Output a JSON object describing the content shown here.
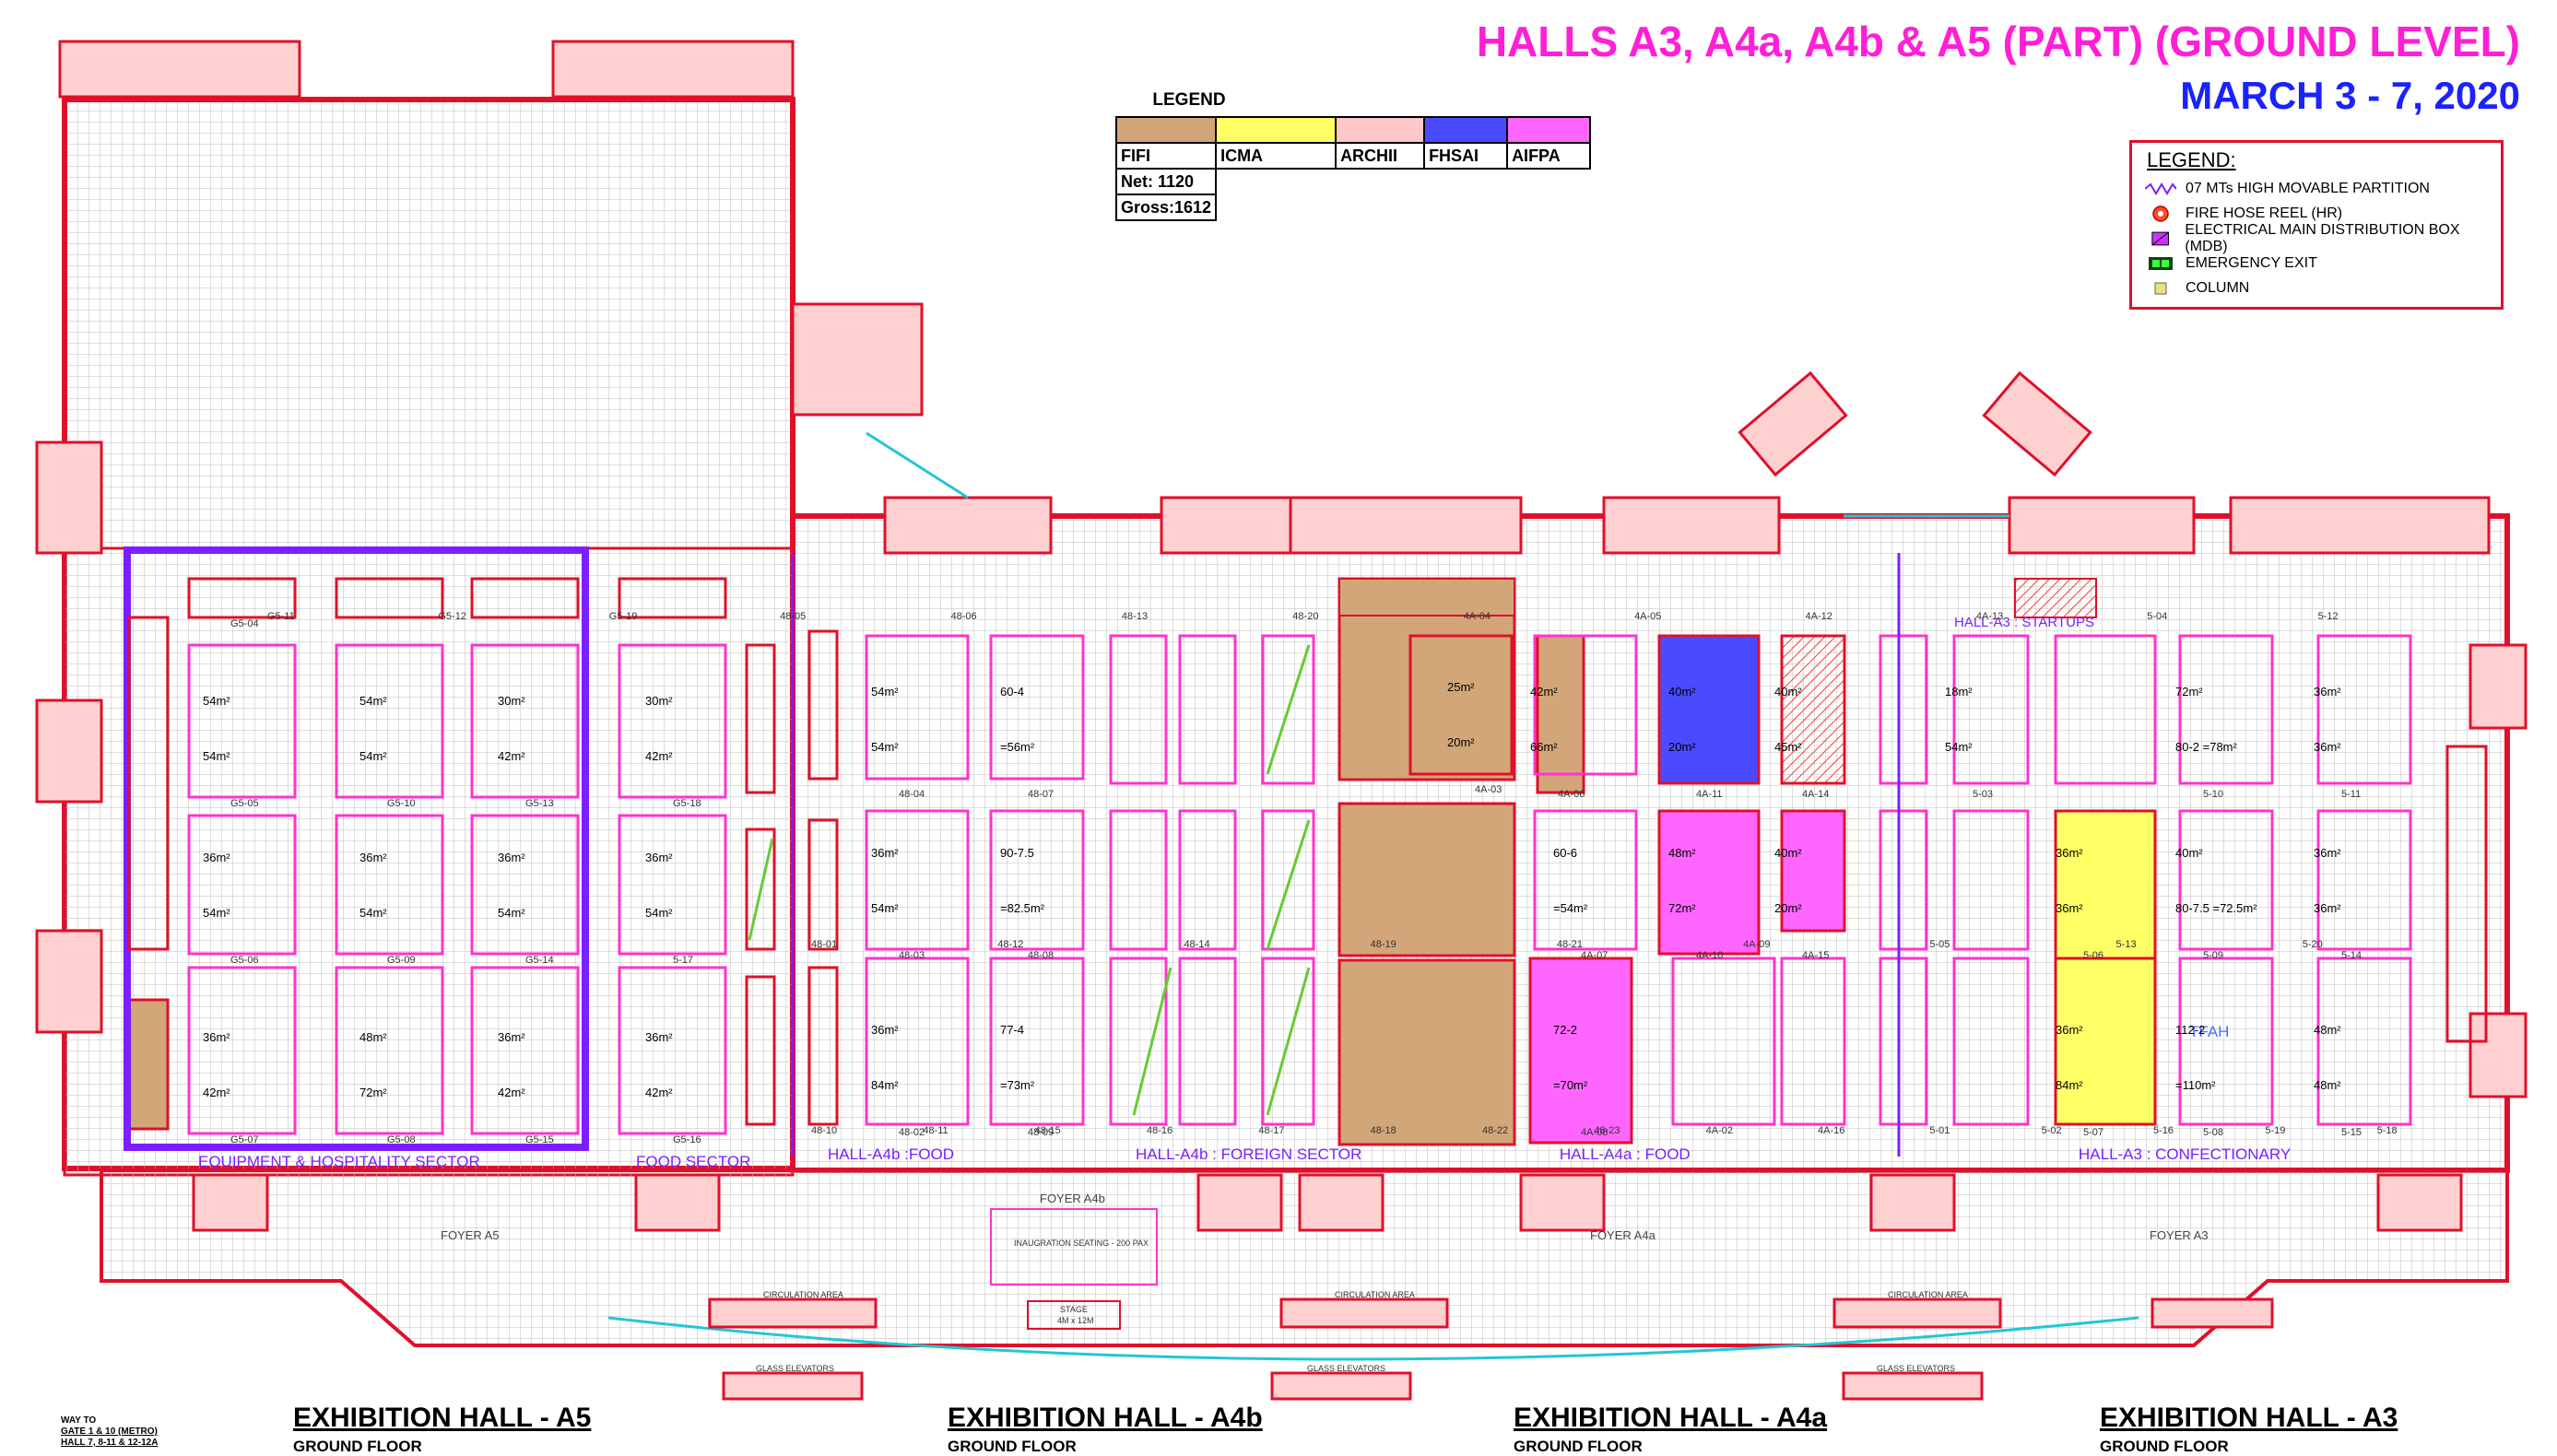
{
  "header": {
    "halls_title": "HALLS A3, A4a, A4b & A5 (PART) (GROUND LEVEL)",
    "dates": "MARCH 3 - 7, 2020",
    "colors": {
      "halls_title": "#ff1fd6",
      "dates": "#1a22ff"
    }
  },
  "color_legend": {
    "title": "LEGEND",
    "items": [
      {
        "label": "FIFI",
        "color": "#d2a679"
      },
      {
        "label": "ICMA",
        "color": "#ffff66"
      },
      {
        "label": "ARCHII",
        "color": "#ffc8c8"
      },
      {
        "label": "FHSAI",
        "color": "#4a4aff"
      },
      {
        "label": "AIFPA",
        "color": "#ff66ff"
      }
    ],
    "net": "Net: 1120",
    "gross": "Gross:1612"
  },
  "symbol_legend": {
    "title": "LEGEND:",
    "items": [
      {
        "label": "07 MTs HIGH MOVABLE PARTITION",
        "icon": "zigzag-partition-icon"
      },
      {
        "label": "FIRE HOSE REEL (HR)",
        "icon": "fire-hose-reel-icon"
      },
      {
        "label": "ELECTRICAL MAIN DISTRIBUTION BOX (MDB)",
        "icon": "mdb-icon"
      },
      {
        "label": "EMERGENCY EXIT",
        "icon": "emergency-exit-icon"
      },
      {
        "label": "COLUMN",
        "icon": "column-icon"
      }
    ]
  },
  "halls": [
    {
      "name": "EXHIBITION  HALL - A5",
      "floor": "GROUND FLOOR"
    },
    {
      "name": "EXHIBITION  HALL - A4b",
      "floor": "GROUND FLOOR"
    },
    {
      "name": "EXHIBITION  HALL - A4a",
      "floor": "GROUND FLOOR"
    },
    {
      "name": "EXHIBITION  HALL - A3",
      "floor": "GROUND FLOOR"
    }
  ],
  "sectors": [
    "EQUIPMENT & HOSPITALITY SECTOR",
    "FOOD SECTOR",
    "HALL-A4b :FOOD",
    "HALL-A4b : FOREIGN SECTOR",
    "HALL-A4a : FOOD",
    "HALL-A3 : CONFECTIONARY",
    "HALL-A3 : STARTUPS"
  ],
  "foyers": [
    "FOYER A5",
    "FOYER A4b",
    "FOYER A4a",
    "FOYER A3"
  ],
  "circulation": [
    "CIRCULATION AREA",
    "CIRCULATION AREA",
    "CIRCULATION AREA"
  ],
  "elevators": [
    "GLASS ELEVATORS",
    "GLASS ELEVATORS",
    "GLASS ELEVATORS"
  ],
  "stage": {
    "seating": "INAUGRATION SEATING - 200 PAX",
    "stage": "STAGE",
    "size": "4M x 12M"
  },
  "tfah": "TFAH",
  "way": [
    "WAY TO",
    "GATE 1 & 10 (METRO)",
    "HALL 7, 8-11 & 12-12A"
  ],
  "stand_columns": [
    {
      "code": "G5-04",
      "area_top": "",
      "area_bottom": ""
    },
    {
      "code": "G5-05",
      "area_top": "54m²",
      "area_bottom": "54m²"
    },
    {
      "code": "G5-06",
      "area_top": "36m²",
      "area_bottom": "54m²"
    },
    {
      "code": "G5-07",
      "area_top": "36m²",
      "area_bottom": "42m²"
    },
    {
      "code": "G5-10",
      "area_top": "54m²",
      "area_bottom": "54m²"
    },
    {
      "code": "G5-09",
      "area_top": "36m²",
      "area_bottom": "54m²"
    },
    {
      "code": "G5-08",
      "area_top": "48m²",
      "area_bottom": "72m²"
    },
    {
      "code": "G5-13",
      "area_top": "30m²",
      "area_bottom": "42m²"
    },
    {
      "code": "G5-14",
      "area_top": "36m²",
      "area_bottom": "54m²"
    },
    {
      "code": "G5-15",
      "area_top": "36m²",
      "area_bottom": "42m²"
    },
    {
      "code": "G5-18",
      "area_top": "30m²",
      "area_bottom": "42m²"
    },
    {
      "code": "5-17",
      "area_top": "36m²",
      "area_bottom": "54m²"
    },
    {
      "code": "G5-16",
      "area_top": "36m²",
      "area_bottom": "42m²"
    },
    {
      "code": "48-04",
      "area_top": "54m²",
      "area_bottom": "54m²"
    },
    {
      "code": "48-03",
      "area_top": "36m²",
      "area_bottom": "54m²"
    },
    {
      "code": "48-02",
      "area_top": "36m²",
      "area_bottom": "84m²"
    },
    {
      "code": "48-07",
      "area_top": "60-4",
      "area_bottom": "=56m²"
    },
    {
      "code": "48-08",
      "area_top": "90-7.5",
      "area_bottom": "=82.5m²"
    },
    {
      "code": "48-09",
      "area_top": "77-4",
      "area_bottom": "=73m²"
    },
    {
      "code": "4A-03",
      "area_top": "25m²",
      "area_bottom": "20m²"
    },
    {
      "code": "4A-06",
      "area_top": "42m²",
      "area_bottom": "66m²"
    },
    {
      "code": "4A-07",
      "area_top": "60-6",
      "area_bottom": "=54m²"
    },
    {
      "code": "4A-08",
      "area_top": "72-2",
      "area_bottom": "=70m²"
    },
    {
      "code": "4A-11",
      "area_top": "40m²",
      "area_bottom": "20m²"
    },
    {
      "code": "4A-10",
      "area_top": "48m²",
      "area_bottom": "72m²"
    },
    {
      "code": "4A-14",
      "area_top": "40m²",
      "area_bottom": "45m²"
    },
    {
      "code": "4A-15",
      "area_top": "40m²",
      "area_bottom": "20m²"
    },
    {
      "code": "5-03",
      "area_top": "18m²",
      "area_bottom": "54m²"
    },
    {
      "code": "5-06",
      "area_top": "36m²",
      "area_bottom": "36m²"
    },
    {
      "code": "5-07",
      "area_top": "36m²",
      "area_bottom": "84m²"
    },
    {
      "code": "5-10",
      "area_top": "72m²",
      "area_bottom": "80-2 =78m²"
    },
    {
      "code": "5-09",
      "area_top": "40m²",
      "area_bottom": "80-7.5 =72.5m²"
    },
    {
      "code": "5-08",
      "area_top": "112-2",
      "area_bottom": "=110m²"
    },
    {
      "code": "5-11",
      "area_top": "36m²",
      "area_bottom": "36m²"
    },
    {
      "code": "5-14",
      "area_top": "36m²",
      "area_bottom": "36m²"
    },
    {
      "code": "5-15",
      "area_top": "48m²",
      "area_bottom": "48m²"
    }
  ],
  "row_codes_top": [
    "G5-11",
    "G5-12",
    "G5-19",
    "48-05",
    "48-06",
    "48-13",
    "48-20",
    "4A-04",
    "4A-05",
    "4A-12",
    "4A-13",
    "5-04",
    "5-12"
  ],
  "row_codes_mid": [
    "48-01",
    "48-12",
    "48-14",
    "48-19",
    "48-21",
    "4A-09",
    "5-05",
    "5-13",
    "5-20"
  ],
  "row_codes_low": [
    "48-10",
    "48-11",
    "48-15",
    "48-16",
    "48-17",
    "48-18",
    "48-22",
    "48-23",
    "4A-02",
    "4A-16",
    "5-01",
    "5-02",
    "5-16",
    "5-19",
    "5-18"
  ]
}
